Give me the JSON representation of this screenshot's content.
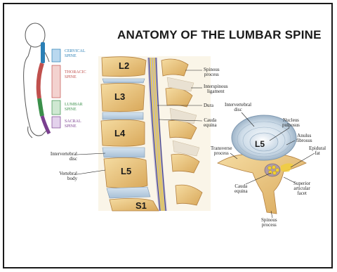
{
  "title": "ANATOMY OF THE LUMBAR SPINE",
  "regions": [
    {
      "line1": "CERVICAL",
      "line2": "SPINE",
      "color": "#2a7fb5"
    },
    {
      "line1": "THORACIC",
      "line2": "SPINE",
      "color": "#c0504d"
    },
    {
      "line1": "LUMBAR",
      "line2": "SPINE",
      "color": "#3a8f4a"
    },
    {
      "line1": "SACRAL",
      "line2": "SPINE",
      "color": "#7a3f8f"
    }
  ],
  "vertebrae": [
    "L2",
    "L3",
    "L4",
    "L5",
    "S1"
  ],
  "cross_section_label": "L5",
  "labels": {
    "spinous_process": [
      "Spinous",
      "process"
    ],
    "interspinous_ligament": [
      "Interspinous",
      "ligament"
    ],
    "dura": "Dura",
    "cauda_equina_side": [
      "Cauda",
      "equina"
    ],
    "intervertebral_disc_side": [
      "Intervertebral",
      "disc"
    ],
    "vertebral_body": [
      "Vertebral",
      "body"
    ],
    "intervertebral_disc_top": [
      "Intervertebral",
      "disc"
    ],
    "nucleus_pulposus": [
      "Nucleus",
      "pulposus"
    ],
    "anulus_fibrosus": [
      "Anulus",
      "fibrosus"
    ],
    "epidural_fat": [
      "Epidural",
      "fat"
    ],
    "transverse_process": [
      "Transverse",
      "process"
    ],
    "cauda_equina_axial": [
      "Cauda",
      "equina"
    ],
    "superior_articular_facet": [
      "Superior",
      "articular",
      "facet"
    ],
    "spinous_process_axial": [
      "Spinous",
      "process"
    ]
  },
  "colors": {
    "bone": "#e8c07a",
    "disc": "#b9cfe3",
    "nerve": "#f2d030",
    "dura": "#6b5aa0"
  }
}
